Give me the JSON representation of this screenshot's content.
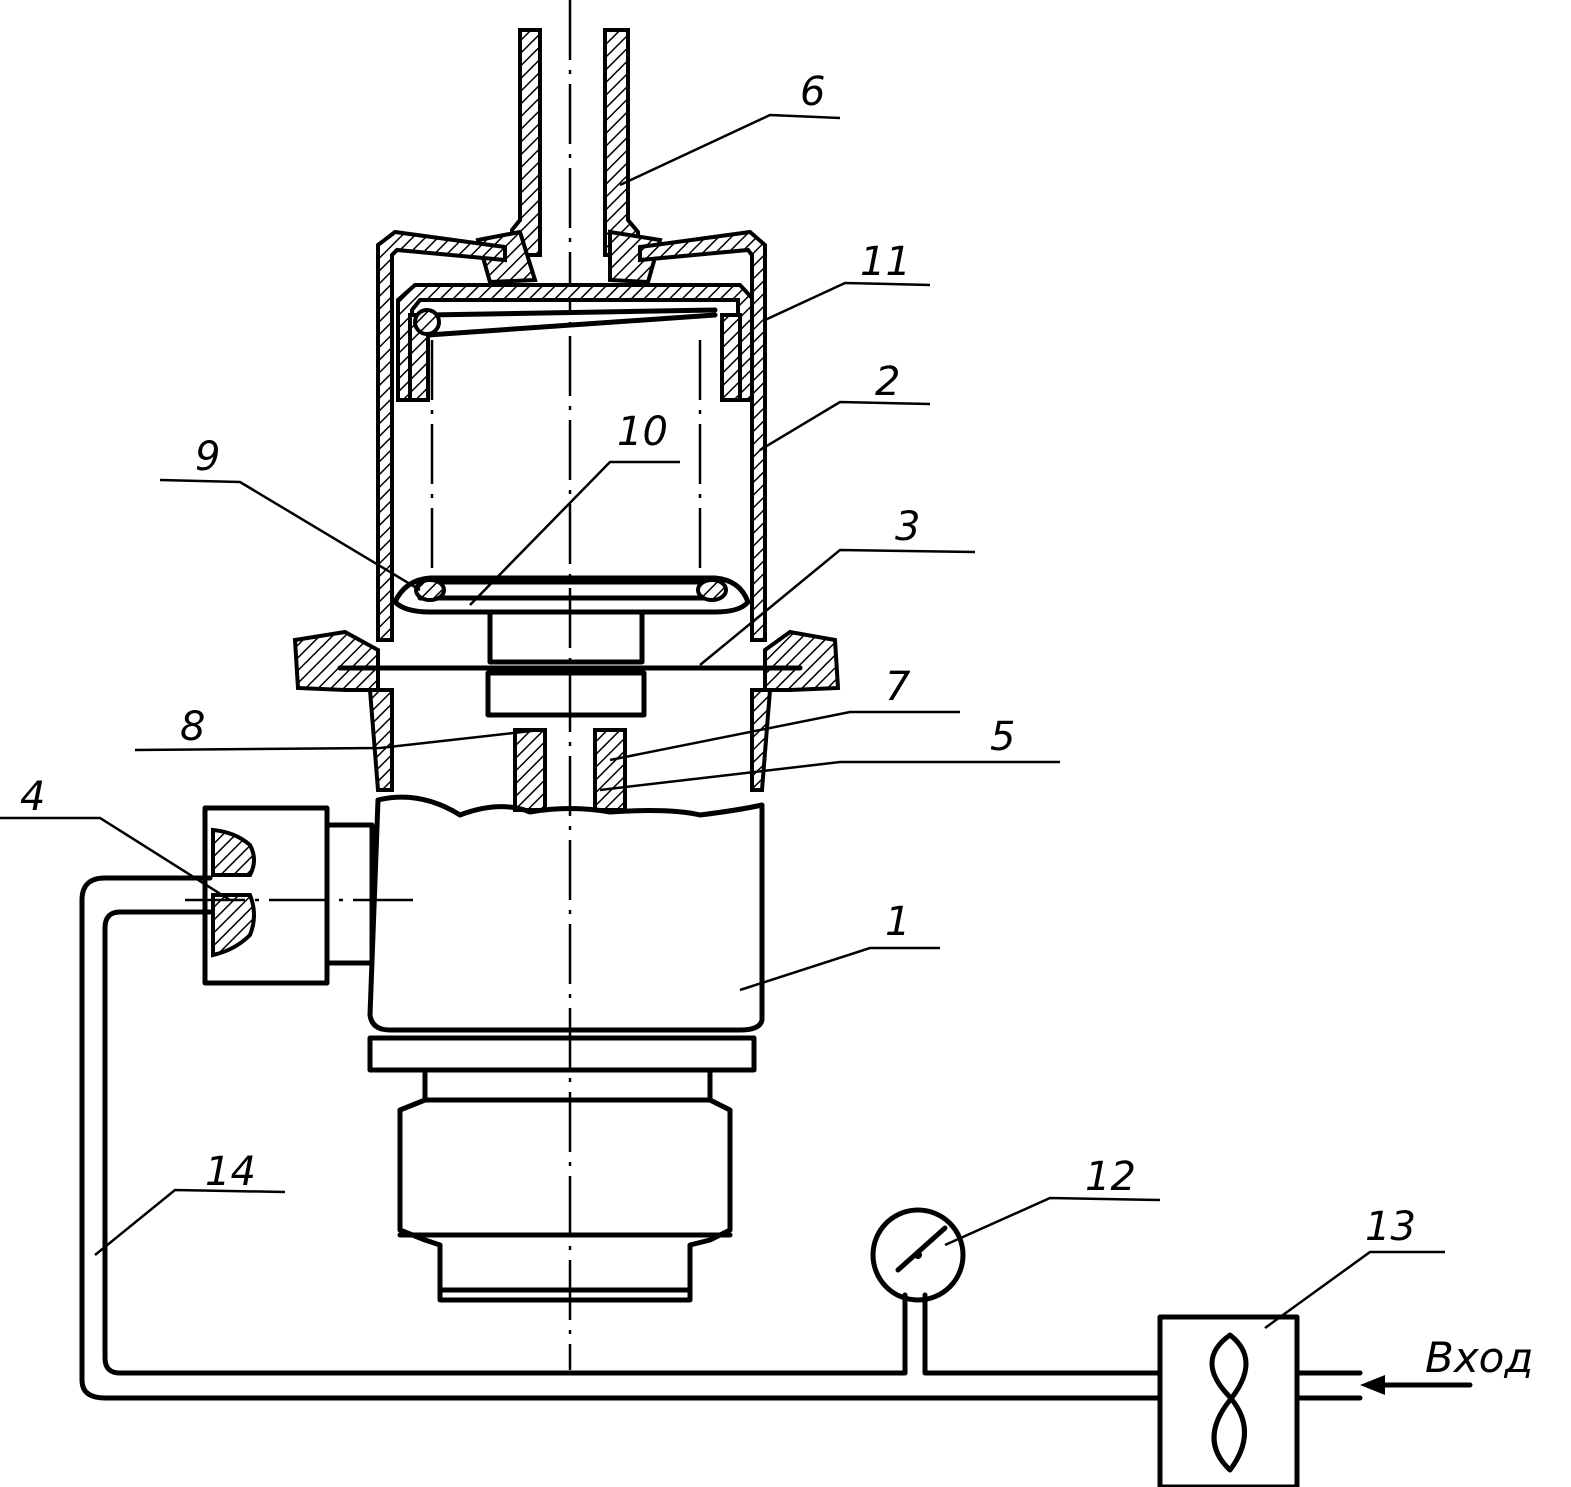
{
  "labels": {
    "n1": "1",
    "n2": "2",
    "n3": "3",
    "n4": "4",
    "n5": "5",
    "n6": "6",
    "n7": "7",
    "n8": "8",
    "n9": "9",
    "n10": "10",
    "n11": "11",
    "n12": "12",
    "n13": "13",
    "n14": "14",
    "inlet": "Вход"
  }
}
